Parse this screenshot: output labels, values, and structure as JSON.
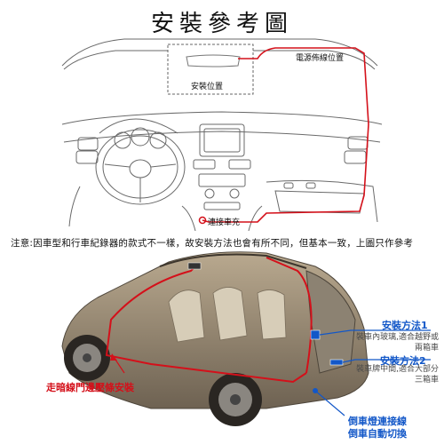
{
  "title": "安裝參考圖",
  "dash": {
    "power_route": "電源佈線位置",
    "install_pos": "安裝位置",
    "charger": "連接車充"
  },
  "note": "注意:因車型和行車紀錄器的款式不一樣，故安裝方法也會有所不同，但基本一致，上圖只作參考",
  "car": {
    "wiring_label": "走暗線門邊壓條安裝",
    "method1_title": "安裝方法1",
    "method1_desc_line1": "裝車內玻璃,適合越野或",
    "method1_desc_line2": "兩箱車",
    "method2_title": "安裝方法2",
    "method2_desc_line1": "裝車牌中間,適合大部分",
    "method2_desc_line2": "三箱車",
    "reverse_line1": "倒車燈連接線",
    "reverse_line2": "倒車自動切換"
  },
  "colors": {
    "red": "#d4101a",
    "blue": "#1257c8",
    "line_grey": "#555555"
  }
}
